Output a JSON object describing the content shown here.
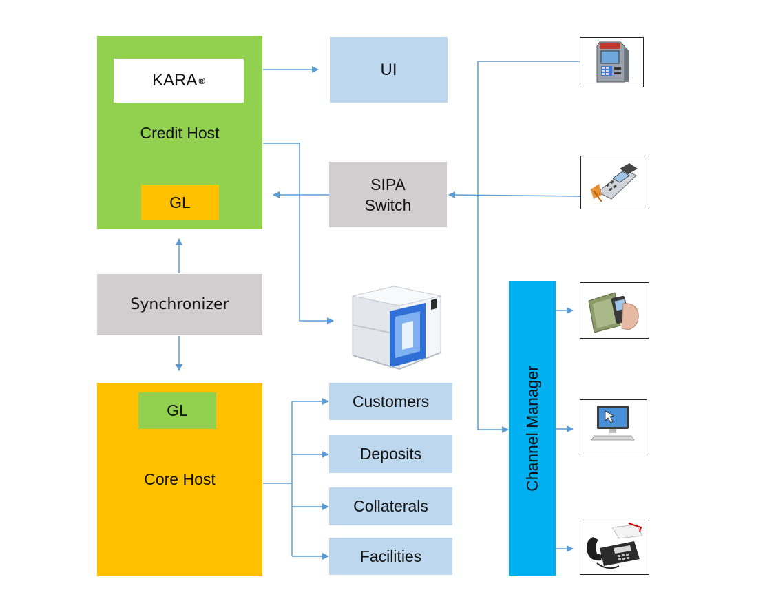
{
  "credit_host": {
    "kara_label": "KARA",
    "kara_mark": "®",
    "label": "Credit Host",
    "gl_label": "GL"
  },
  "core_host": {
    "gl_label": "GL",
    "label": "Core Host"
  },
  "synchronizer": {
    "label": "Synchronizer"
  },
  "ui": {
    "label": "UI"
  },
  "sipa_switch": {
    "line1": "SIPA",
    "line2": "Switch"
  },
  "core_modules": [
    {
      "label": "Customers"
    },
    {
      "label": "Deposits"
    },
    {
      "label": "Collaterals"
    },
    {
      "label": "Facilities"
    }
  ],
  "channel_manager": {
    "label": "Channel Manager"
  },
  "channel_icons": [
    "atm-icon",
    "pos-terminal-icon",
    "mobile-payment-icon",
    "computer-icon",
    "telephone-icon"
  ],
  "device_icons": [
    "card-printer-icon"
  ],
  "colors": {
    "credit_host": "#92d050",
    "core_host": "#ffc000",
    "module_blue": "#bdd7ee",
    "switch_gray": "#d0cece",
    "channel_manager": "#00b0f0",
    "connector": "#5b9bd5"
  }
}
